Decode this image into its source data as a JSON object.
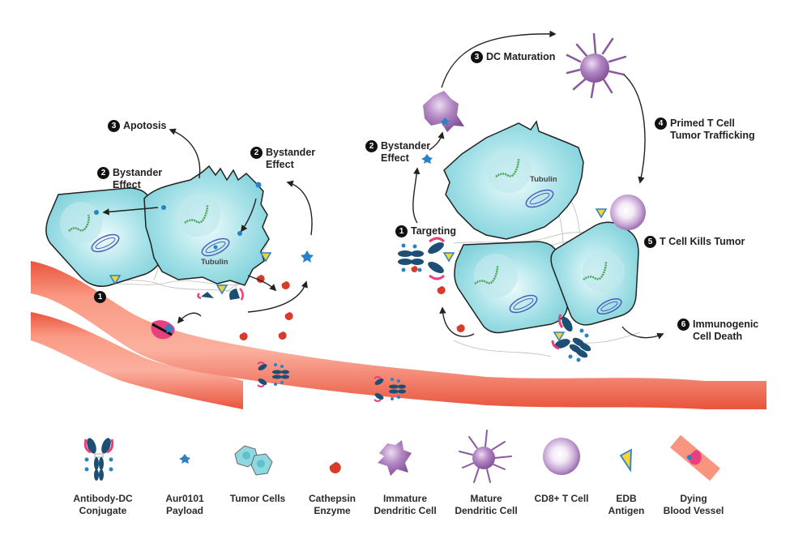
{
  "figure": {
    "left_panel": {
      "steps": [
        {
          "number": "1",
          "text": ""
        },
        {
          "number": "2",
          "text": "Bystander\nEffect"
        },
        {
          "number": "3",
          "text": "Apotosis"
        },
        {
          "number": "2",
          "text": "Bystander\nEffect"
        }
      ],
      "tubulin_label": "Tubulin"
    },
    "right_panel": {
      "steps": [
        {
          "number": "1",
          "text": "Targeting"
        },
        {
          "number": "2",
          "text": "Bystander\nEffect"
        },
        {
          "number": "3",
          "text": "DC Maturation"
        },
        {
          "number": "4",
          "text": "Primed T Cell\nTumor Trafficking"
        },
        {
          "number": "5",
          "text": "T Cell Kills Tumor"
        },
        {
          "number": "6",
          "text": "Immunogenic\nCell Death"
        }
      ],
      "tubulin_label": "Tubulin"
    },
    "legend": [
      {
        "icon": "antibody-drug-conjugate-icon",
        "label": "Antibody-DC\nConjugate"
      },
      {
        "icon": "payload-icon",
        "label": "Aur0101\nPayload"
      },
      {
        "icon": "tumor-cells-icon",
        "label": "Tumor Cells"
      },
      {
        "icon": "cathepsin-enzyme-icon",
        "label": "Cathepsin\nEnzyme"
      },
      {
        "icon": "immature-dendritic-cell-icon",
        "label": "Immature\nDendritic Cell"
      },
      {
        "icon": "mature-dendritic-cell-icon",
        "label": "Mature\nDendritic Cell"
      },
      {
        "icon": "cd8-t-cell-icon",
        "label": "CD8+ T Cell"
      },
      {
        "icon": "edb-antigen-icon",
        "label": "EDB\nAntigen"
      },
      {
        "icon": "dying-blood-vessel-icon",
        "label": "Dying\nBlood Vessel"
      }
    ],
    "colors": {
      "tumor_cell": "#8fd8e0",
      "tumor_cell_light": "#e6f8fa",
      "vessel": "#f47a62",
      "vessel_light": "#fbb3a3",
      "antibody": "#1c4f73",
      "antibody_highlight": "#e8407e",
      "payload": "#2a82c6",
      "enzyme": "#d83a2b",
      "dendritic": "#9b63ad",
      "antigen_fill": "#f7d23a",
      "antigen_edge": "#2a82c6",
      "nucleus_dna": "#4aa35a",
      "tubulin": "#4a5fb5"
    }
  }
}
